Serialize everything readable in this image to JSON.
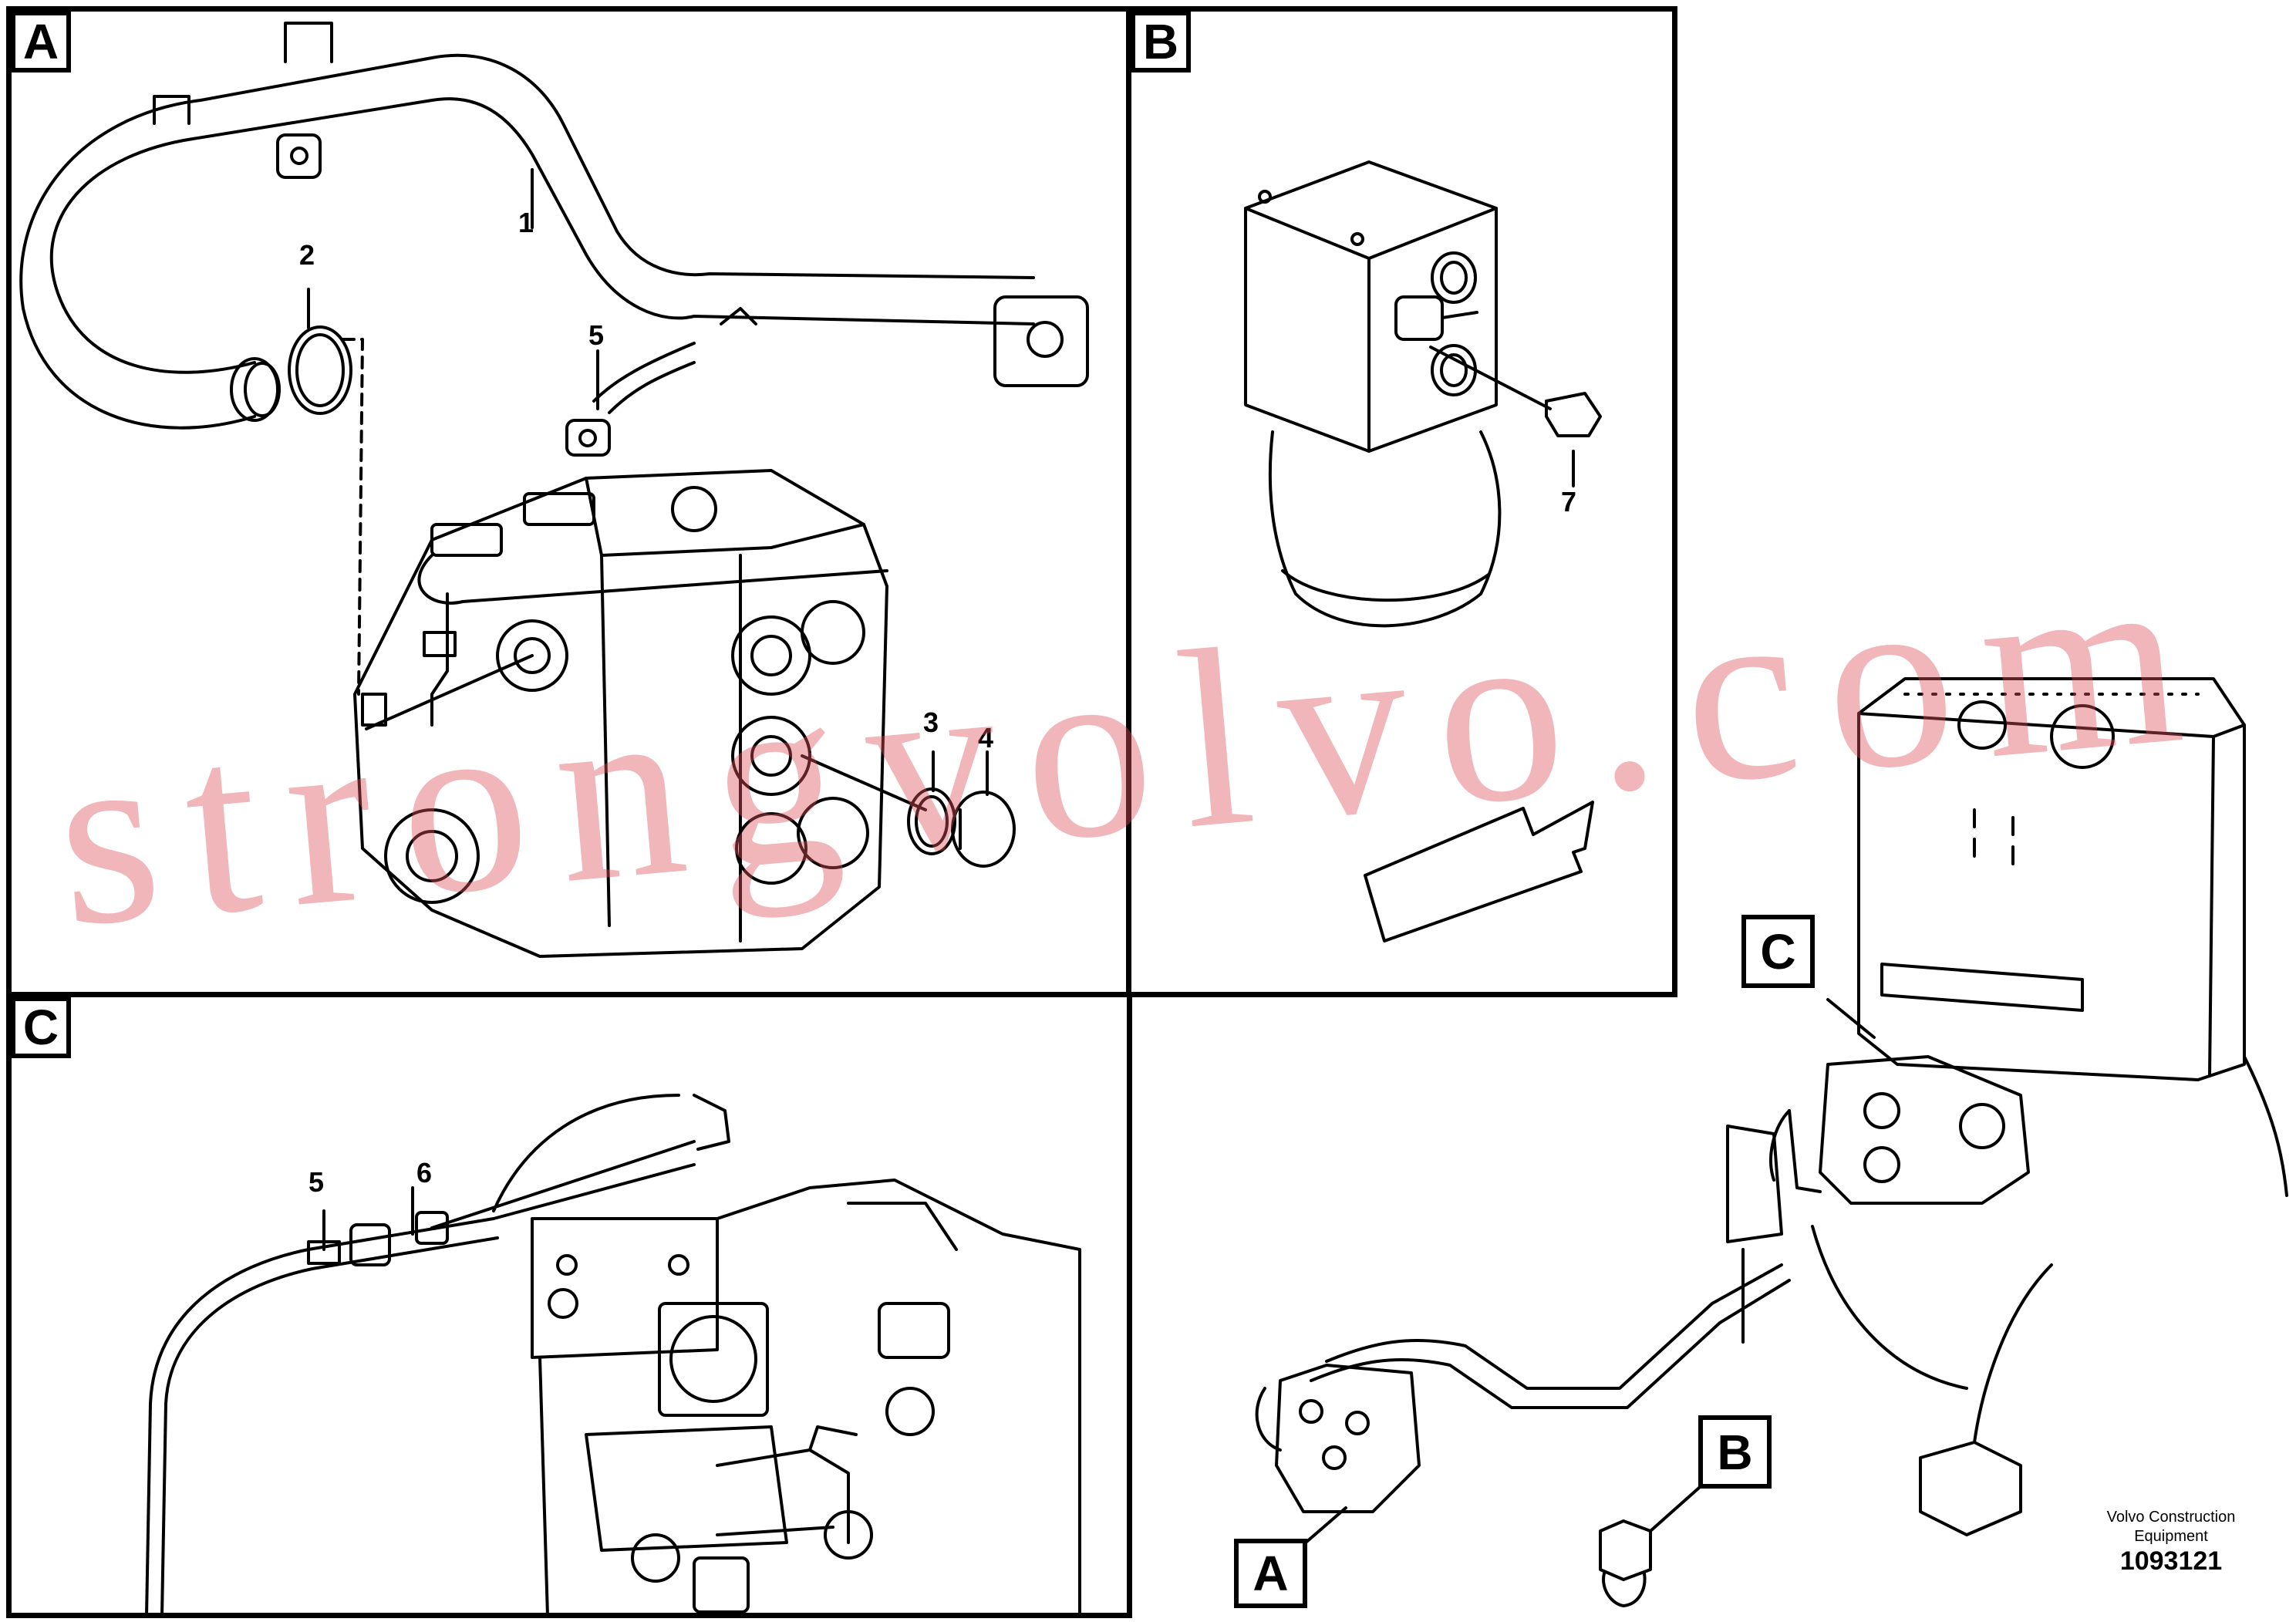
{
  "panels": {
    "a": {
      "label": "A"
    },
    "b": {
      "label": "B"
    },
    "c": {
      "label": "C"
    }
  },
  "overview_tags": {
    "a": "A",
    "b": "B",
    "c": "C"
  },
  "callouts": {
    "a": [
      "1",
      "2",
      "3",
      "4",
      "5"
    ],
    "b": [
      "7"
    ],
    "c": [
      "5",
      "6"
    ]
  },
  "footer": {
    "company_line1": "Volvo Construction",
    "company_line2": "Equipment",
    "drawing_number": "1093121"
  },
  "watermark": "strongvolvo.com",
  "colors": {
    "line": "#000000",
    "watermark": "#dc505a"
  }
}
